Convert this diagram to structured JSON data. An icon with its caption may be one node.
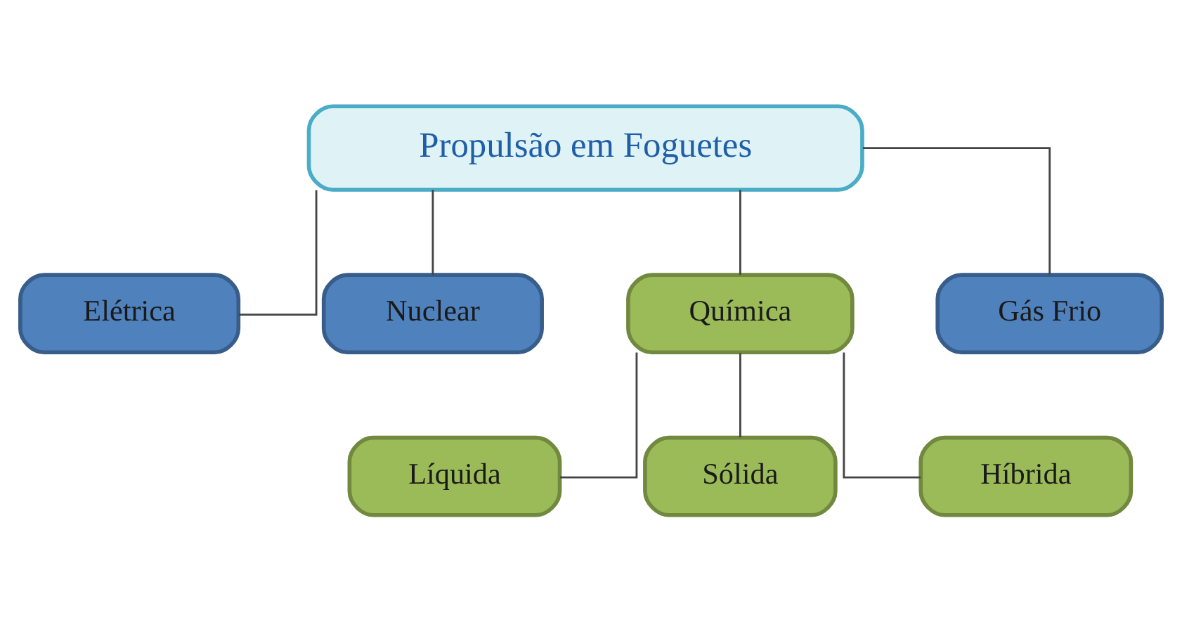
{
  "diagram": {
    "nodes": [
      {
        "text": [
          "Propulsão em Foguetes"
        ]
      },
      {
        "text": [
          "Elétrica"
        ]
      },
      {
        "text": [
          "Nuclear"
        ]
      },
      {
        "text": [
          "Química"
        ]
      },
      {
        "text": [
          "Gás Frio"
        ]
      },
      {
        "text": [
          "Líquida"
        ]
      },
      {
        "text": [
          "Sólida"
        ]
      },
      {
        "text": [
          "Híbrida"
        ]
      }
    ],
    "edges": [
      {
        "from": 0,
        "to": 1,
        "arrow": "none"
      },
      {
        "from": 0,
        "to": 2,
        "arrow": "none"
      },
      {
        "from": 0,
        "to": 3,
        "arrow": "none"
      },
      {
        "from": 0,
        "to": 4,
        "arrow": "none"
      },
      {
        "from": 3,
        "to": 5,
        "arrow": "none"
      },
      {
        "from": 3,
        "to": 6,
        "arrow": "none"
      },
      {
        "from": 3,
        "to": 7,
        "arrow": "none"
      }
    ]
  }
}
